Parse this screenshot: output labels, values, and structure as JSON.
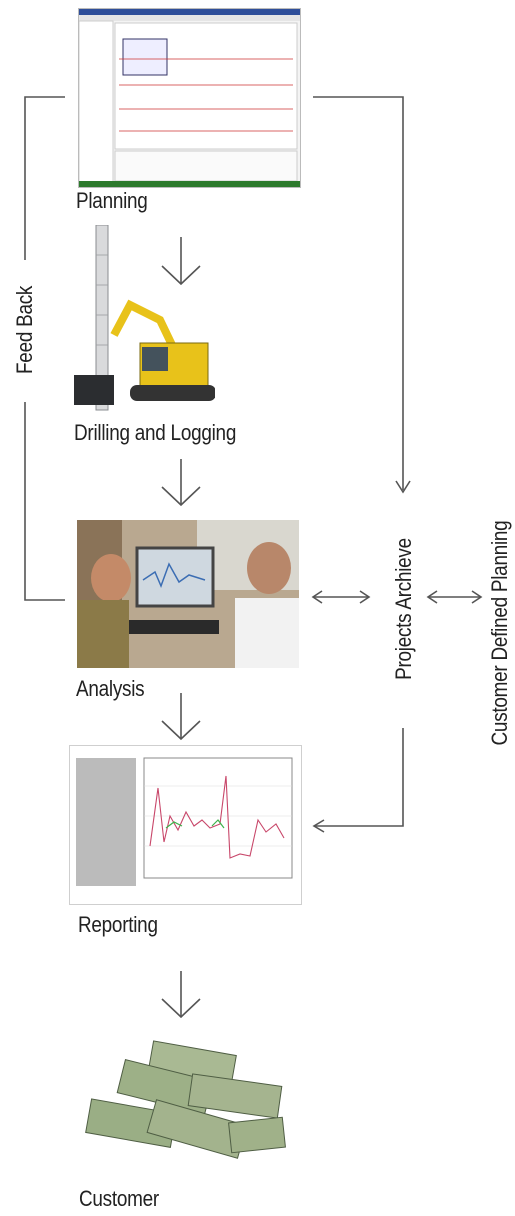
{
  "stages": {
    "planning": "Planning",
    "drilling": "Drilling and Logging",
    "analysis": "Analysis",
    "reporting": "Reporting",
    "customer": "Customer"
  },
  "side_labels": {
    "feedback": "Feed Back",
    "archive": "Projects Archieve",
    "customer_planning": "Customer Defined Planning"
  },
  "colors": {
    "line": "#555555",
    "drill_yellow": "#e8c21a",
    "money_green": "#8fa47a"
  }
}
